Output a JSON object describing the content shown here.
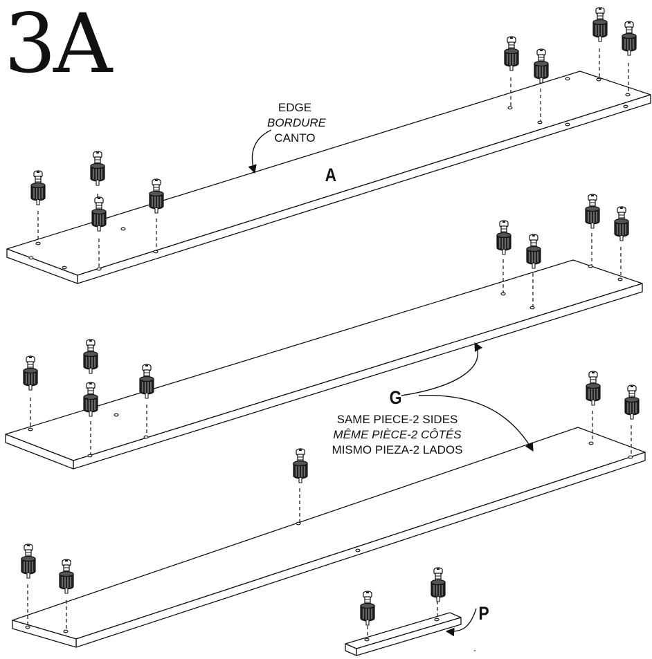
{
  "step_label": "3A",
  "edge_note": {
    "en": "EDGE",
    "fr": "BORDURE",
    "es": "CANTO"
  },
  "parts": {
    "a": "A",
    "g": "G",
    "p": "P"
  },
  "same_piece_note": {
    "en": "SAME PIECE-2 SIDES",
    "fr": "MÊME PIÈCE-2 CÔTÉS",
    "es": "MISMO PIEZA-2 LADOS"
  },
  "stray_mark": "-"
}
